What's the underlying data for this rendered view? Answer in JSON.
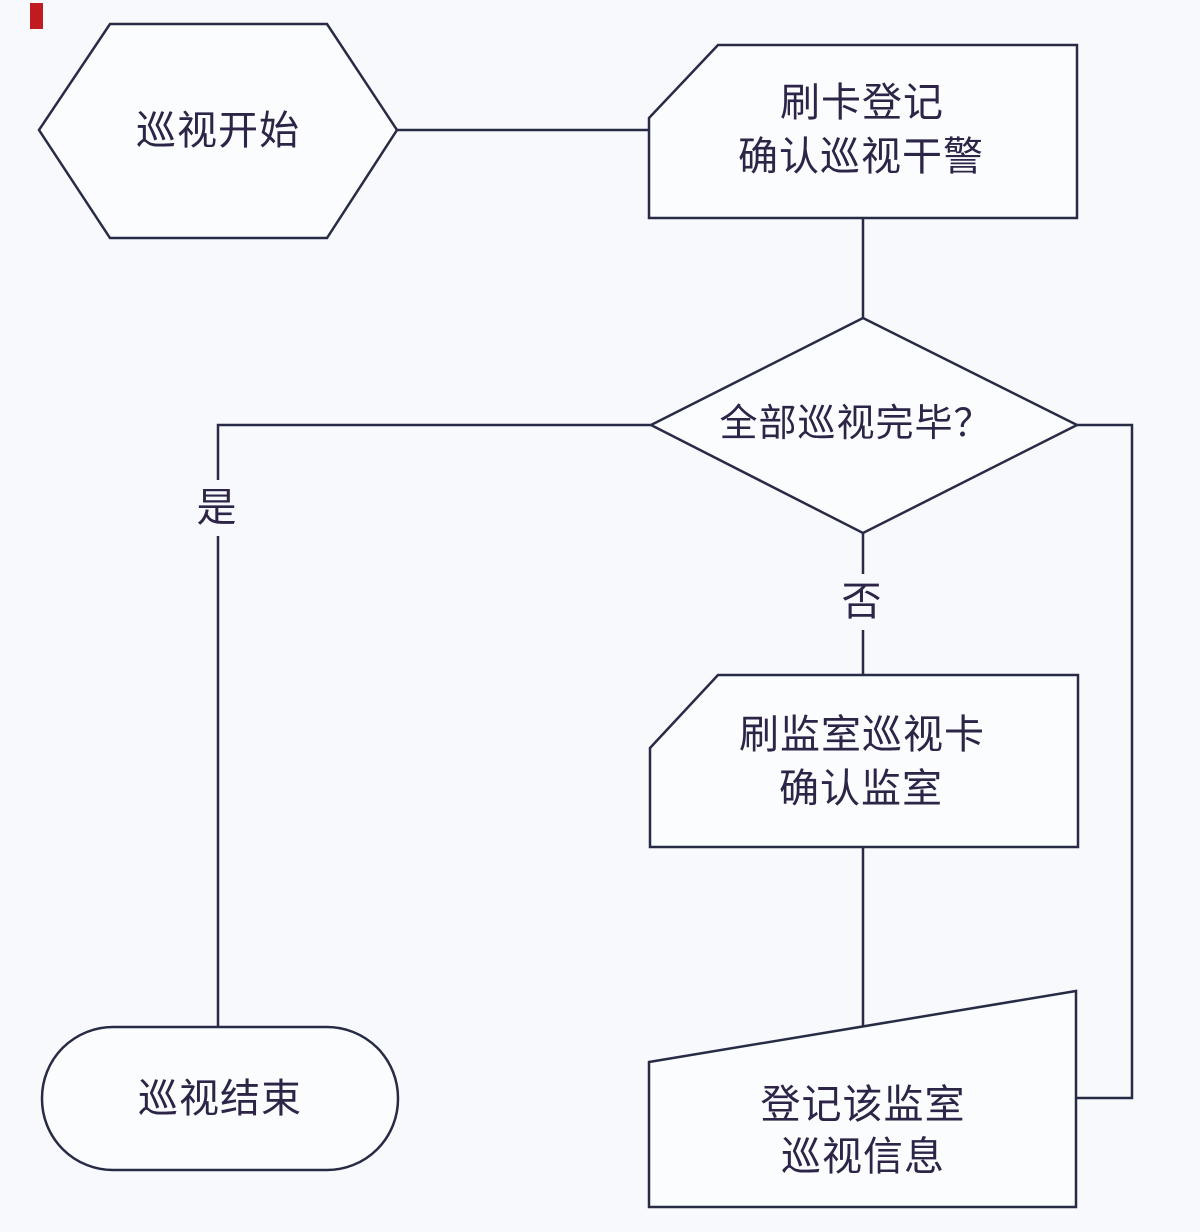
{
  "diagram": {
    "type": "flowchart",
    "background": "#f8f9fc",
    "shape_fill": "#fbfcfe",
    "stroke_color": "#272b45",
    "text_color": "#2c2547",
    "red_mark_color": "#c11b20",
    "nodes": {
      "start": {
        "shape": "hexagon",
        "label": "巡视开始"
      },
      "register": {
        "shape": "cut-corner-box",
        "line1": "刷卡登记",
        "line2": "确认巡视干警"
      },
      "decision": {
        "shape": "diamond",
        "label": "全部巡视完毕？"
      },
      "swipe_cell": {
        "shape": "cut-corner-box",
        "line1": "刷监室巡视卡",
        "line2": "确认监室"
      },
      "log_info": {
        "shape": "trapezoid",
        "line1": "登记该监室",
        "line2": "巡视信息"
      },
      "end": {
        "shape": "stadium",
        "label": "巡视结束"
      }
    },
    "edges": {
      "yes_label": "是",
      "no_label": "否"
    }
  }
}
